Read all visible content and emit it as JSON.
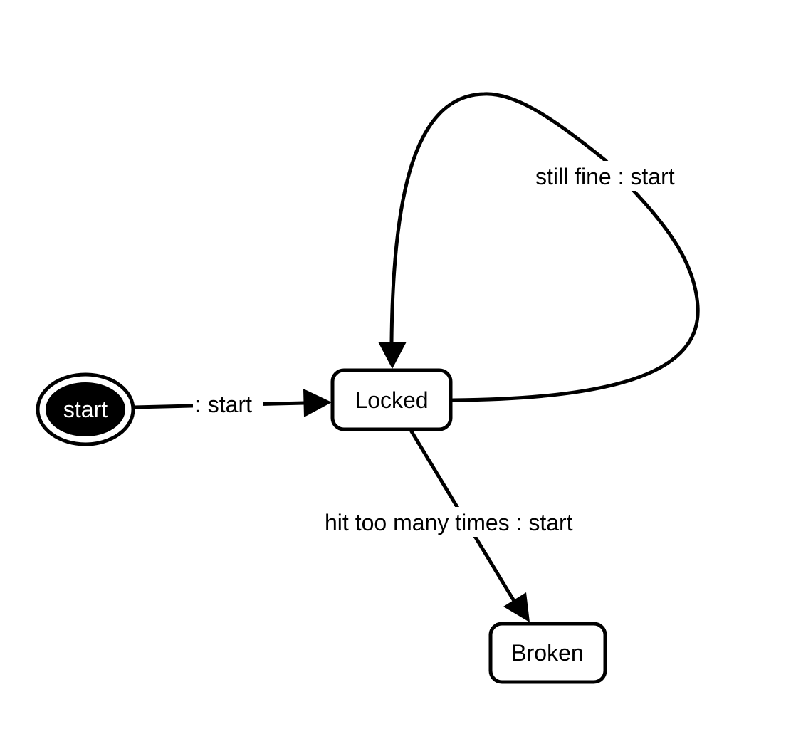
{
  "diagram": {
    "type": "state-machine",
    "colors": {
      "stroke": "#000000",
      "node_fill": "#ffffff",
      "start_fill": "#000000",
      "start_text": "#ffffff"
    },
    "nodes": {
      "start": {
        "label": "start",
        "kind": "initial"
      },
      "locked": {
        "label": "Locked",
        "kind": "state"
      },
      "broken": {
        "label": "Broken",
        "kind": "state"
      }
    },
    "edges": {
      "start_to_locked": {
        "from": "start",
        "to": "Locked",
        "label": ": start"
      },
      "locked_self": {
        "from": "Locked",
        "to": "Locked",
        "label": "still fine : start"
      },
      "locked_to_broken": {
        "from": "Locked",
        "to": "Broken",
        "label": "hit too many times : start"
      }
    }
  }
}
